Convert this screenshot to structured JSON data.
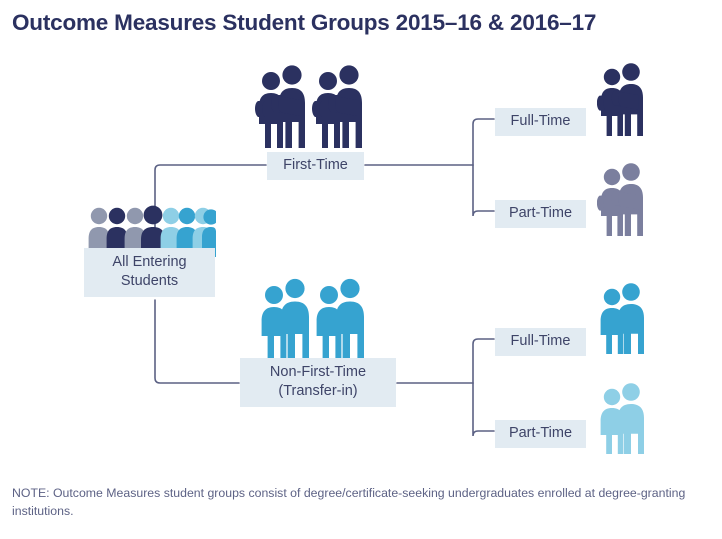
{
  "page": {
    "title": "Outcome Measures Student Groups 2015–16 & 2016–17",
    "note": "NOTE: Outcome Measures student groups consist of degree/certificate-seeking undergraduates enrolled at degree-granting institutions."
  },
  "colors": {
    "title": "#2b3160",
    "chip_background": "#e2ebf2",
    "chip_text": "#3e4468",
    "connector": "#5b6184",
    "navy": "#2b3160",
    "muted_gray": "#7b7f9e",
    "crowd_gray": "#9098ae",
    "medium_blue": "#36a3d0",
    "light_blue": "#8ecfe6",
    "note_text": "#5d6285",
    "background": "#ffffff"
  },
  "nodes": {
    "root": {
      "label": "All Entering\nStudents",
      "icon": "student-crowd-icon",
      "figure_count": 8
    },
    "first_time": {
      "label": "First-Time",
      "icon": "students-with-backpacks-icon",
      "figure_count": 4,
      "color": "#2b3160"
    },
    "non_first_time": {
      "label": "Non-First-Time\n(Transfer-in)",
      "icon": "students-icon",
      "figure_count": 4,
      "color": "#36a3d0"
    }
  },
  "leaves": [
    {
      "id": "first-time-full-time",
      "label": "Full-Time",
      "icon": "students-with-backpacks-icon",
      "figure_count": 2,
      "color": "#2b3160"
    },
    {
      "id": "first-time-part-time",
      "label": "Part-Time",
      "icon": "students-with-backpacks-icon",
      "figure_count": 2,
      "color": "#7b7f9e"
    },
    {
      "id": "non-first-time-full-time",
      "label": "Full-Time",
      "icon": "students-icon",
      "figure_count": 2,
      "color": "#36a3d0"
    },
    {
      "id": "non-first-time-part-time",
      "label": "Part-Time",
      "icon": "students-icon",
      "figure_count": 2,
      "color": "#8ecfe6"
    }
  ],
  "crowd_figure_colors": [
    "#9098ae",
    "#2b3160",
    "#9098ae",
    "#2b3160",
    "#8ecfe6",
    "#36a3d0",
    "#8ecfe6",
    "#36a3d0"
  ]
}
